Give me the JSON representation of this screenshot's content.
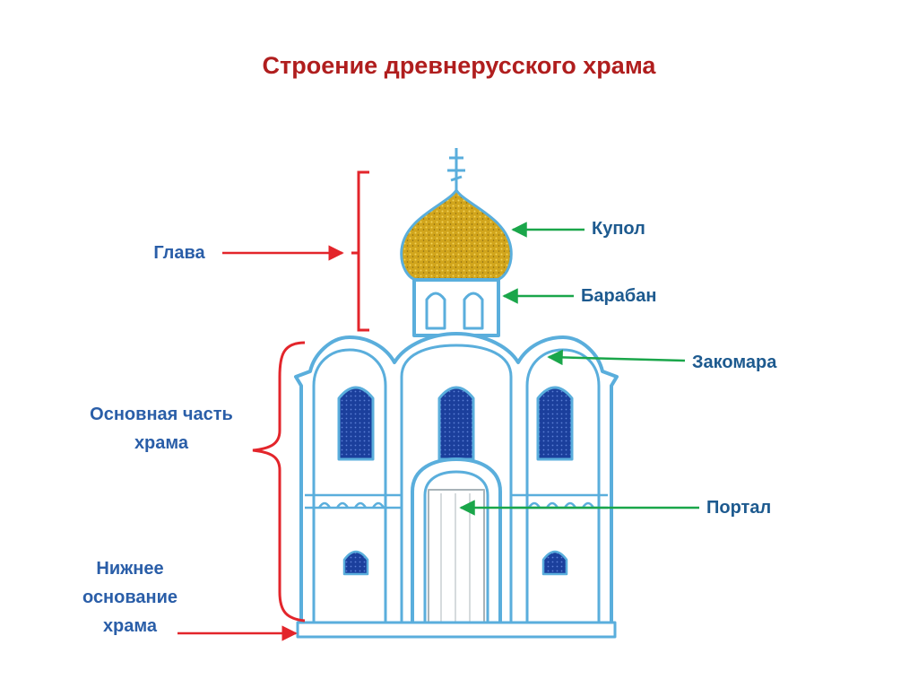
{
  "title": "Строение древнерусского храма",
  "labels": {
    "glava": "Глава",
    "osnovnaya_line1": "Основная часть",
    "osnovnaya_line2": "храма",
    "nizhnee_line1": "Нижнее",
    "nizhnee_line2": "основание",
    "nizhnee_line3": "храма",
    "kupol": "Купол",
    "baraban": "Барабан",
    "zakomara": "Закомара",
    "portal": "Портал"
  },
  "colors": {
    "title": "#b01e1e",
    "left_labels": "#2a5ea8",
    "right_labels": "#1d5a8f",
    "red_marker": "#e3252b",
    "green_arrow": "#1aa64a",
    "outline": "#5aaedc",
    "window": "#1b3f9c",
    "dome": "#d1a51c"
  }
}
